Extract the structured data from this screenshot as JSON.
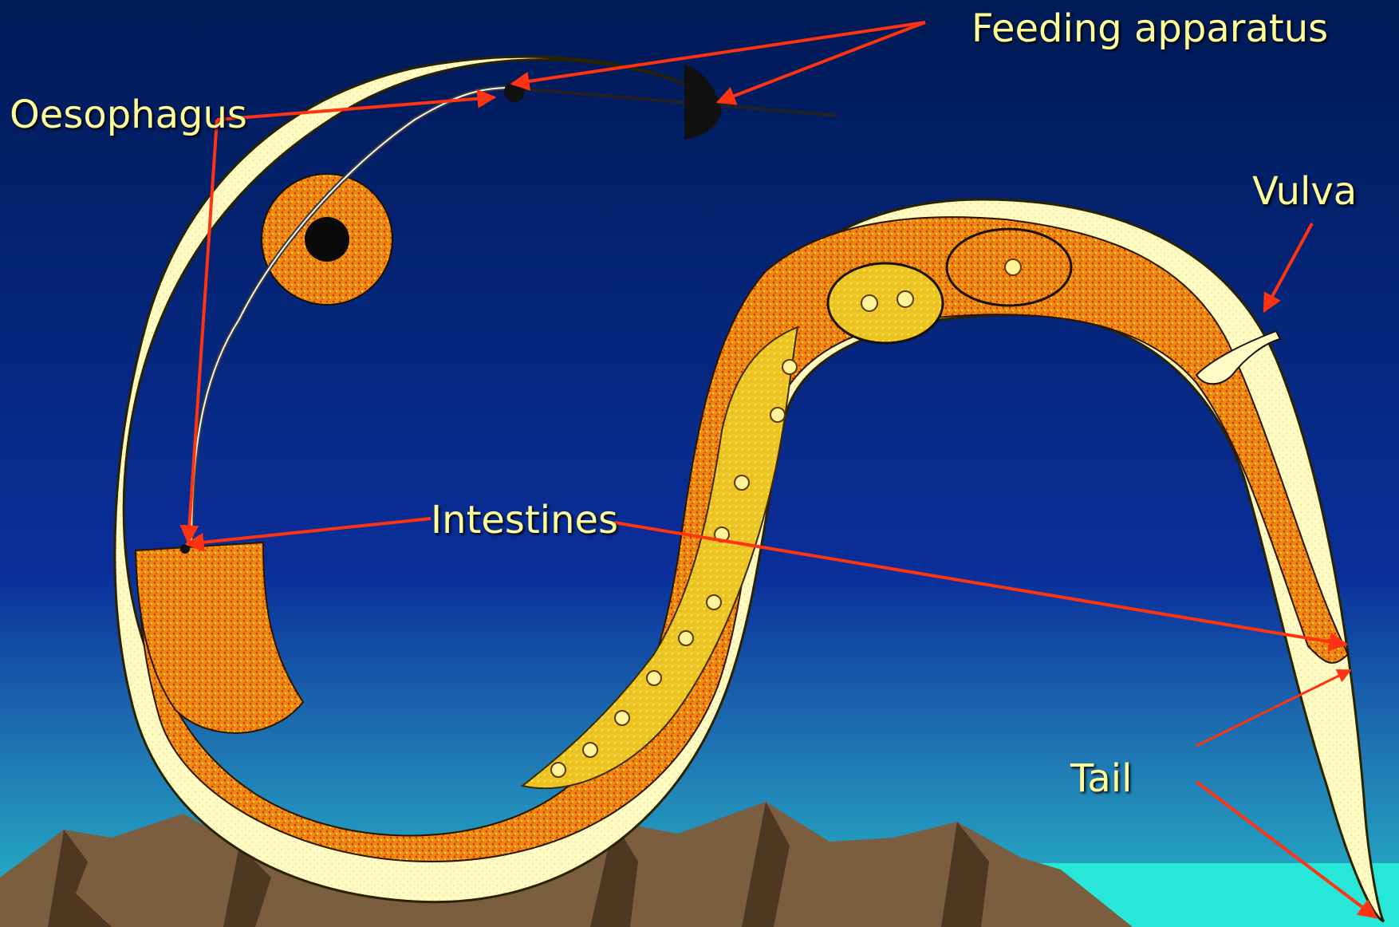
{
  "labels": {
    "feeding_apparatus": "Feeding apparatus",
    "oesophagus": "Oesophagus",
    "vulva": "Vulva",
    "intestines": "Intestines",
    "tail": "Tail"
  },
  "colors": {
    "sky_top": "#001a55",
    "sky_bottom": "#22b4c8",
    "label_text": "#ffff99",
    "arrow": "#ff3311",
    "cuticle": "#fffbc4",
    "intestine": "#ee8a10",
    "gland": "#e9c21a",
    "mountain": "#7b5e40",
    "sea": "#27e8d8"
  }
}
